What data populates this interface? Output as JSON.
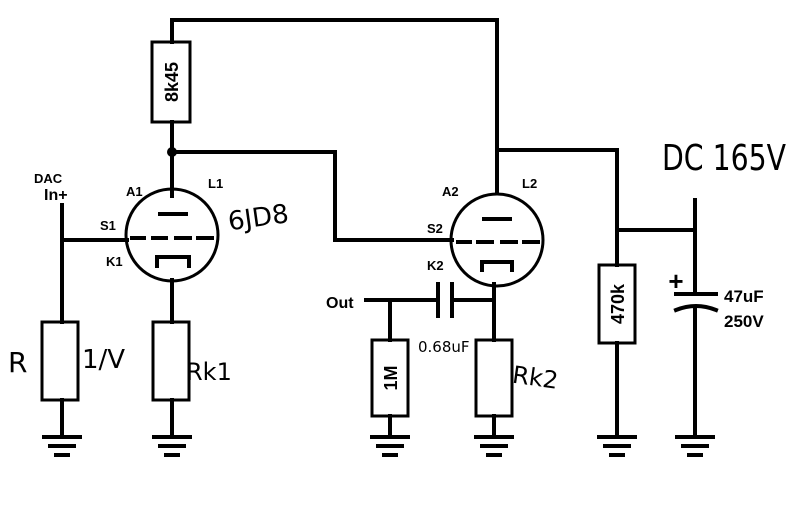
{
  "labels": {
    "r_top": "8k45",
    "dac": "DAC",
    "in_plus": "In+",
    "a1": "A1",
    "l1": "L1",
    "s1": "S1",
    "k1": "K1",
    "tube": "6JD8",
    "a2": "A2",
    "l2": "L2",
    "s2": "S2",
    "k2": "K2",
    "out": "Out",
    "r_out": "1M",
    "c_out": "0.68uF",
    "r_rk2": "Rk2",
    "r_rk1": "Rk1",
    "r_in": "R",
    "r_in_val": "1/V",
    "r_470": "470k",
    "c_val": "47uF",
    "c_volt": "250V",
    "c_plus": "+",
    "dc": "DC 165V"
  }
}
